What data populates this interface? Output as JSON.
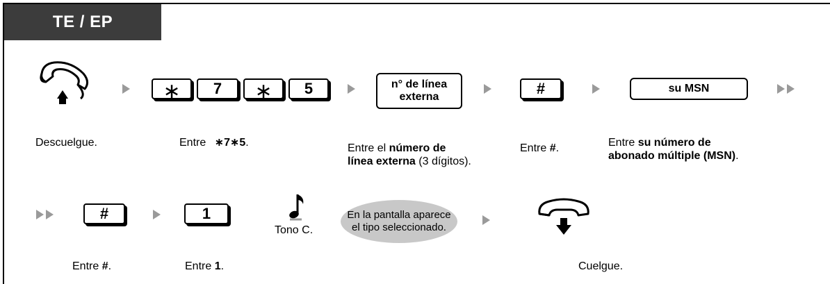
{
  "header": {
    "title": "TE / EP"
  },
  "row1": {
    "keys_star_7_star_5": [
      "∗",
      "7",
      "∗",
      "5"
    ],
    "line_box": {
      "line1": "n° de línea",
      "line2": "externa"
    },
    "hash_key": "#",
    "msn_box": "su MSN"
  },
  "captions1": {
    "descuelgue": "Descuelgue.",
    "entre_code_prefix": "Entre ",
    "entre_code_value": "∗7∗5",
    "entre_code_suffix": ".",
    "linea_prefix": "Entre el ",
    "linea_bold1": "número de",
    "linea_bold2": "línea externa",
    "linea_suffix": " (3 dígitos).",
    "hash_prefix": "Entre ",
    "hash_bold": "#",
    "hash_suffix": ".",
    "msn_prefix": "Entre ",
    "msn_bold1": "su número de",
    "msn_bold2": "abonado múltiple (MSN)",
    "msn_suffix": "."
  },
  "row2": {
    "hash_key": "#",
    "one_key": "1",
    "tone_label": "Tono C.",
    "bubble_line1": "En la pantalla aparece",
    "bubble_line2": "el tipo seleccionado."
  },
  "captions2": {
    "hash_prefix": "Entre ",
    "hash_bold": "#",
    "hash_suffix": ".",
    "one_prefix": "Entre ",
    "one_bold": "1",
    "one_suffix": ".",
    "cuelgue": "Cuelgue."
  }
}
